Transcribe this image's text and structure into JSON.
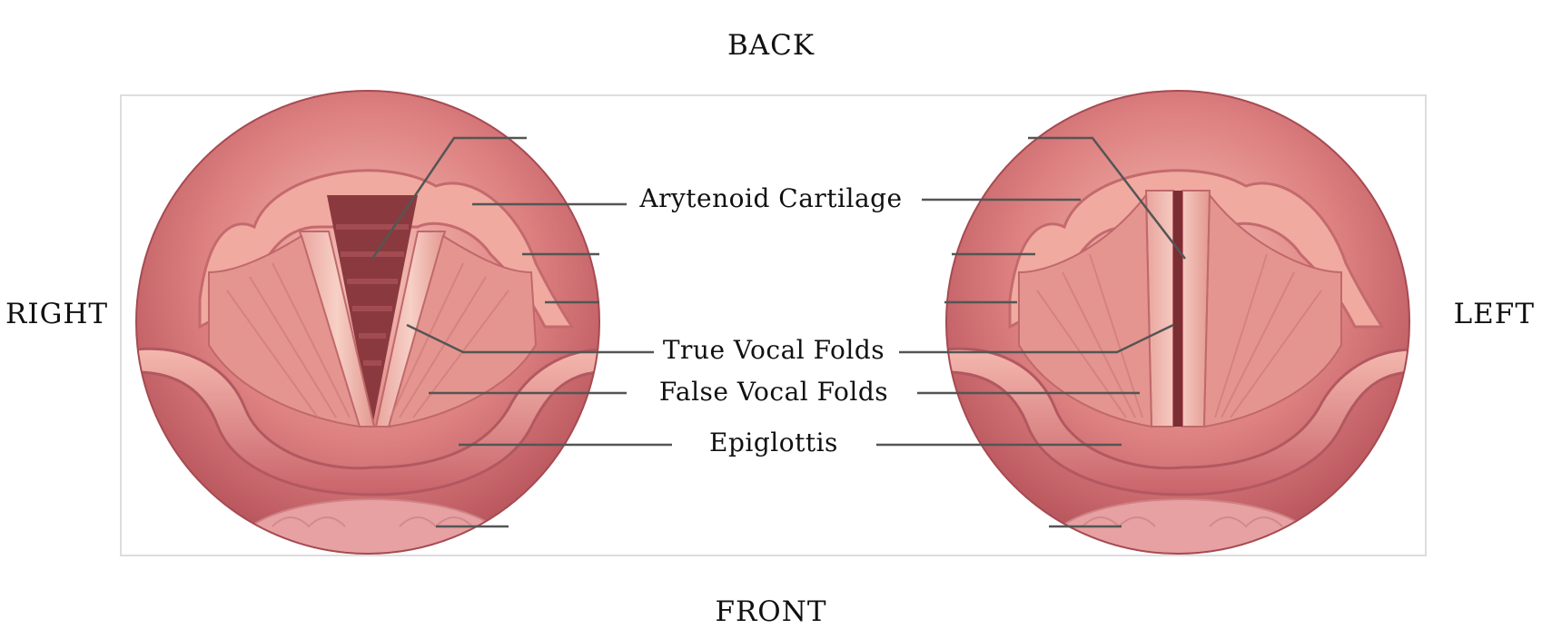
{
  "orientation": {
    "back": "BACK",
    "front": "FRONT",
    "right": "RIGHT",
    "left": "LEFT"
  },
  "labels": {
    "arytenoid": "Arytenoid Cartilage",
    "true_folds": "True Vocal Folds",
    "false_folds": "False Vocal Folds",
    "epiglottis": "Epiglottis"
  },
  "views": {
    "left_panel_state": "open",
    "right_panel_state": "closed"
  },
  "colors": {
    "frame_border": "#dddddd",
    "tissue_dark": "#b8545a",
    "tissue_mid": "#d9767a",
    "tissue_light": "#f3b3aa",
    "glottis_opening": "#8a3a3e",
    "leader_line": "#555555"
  }
}
